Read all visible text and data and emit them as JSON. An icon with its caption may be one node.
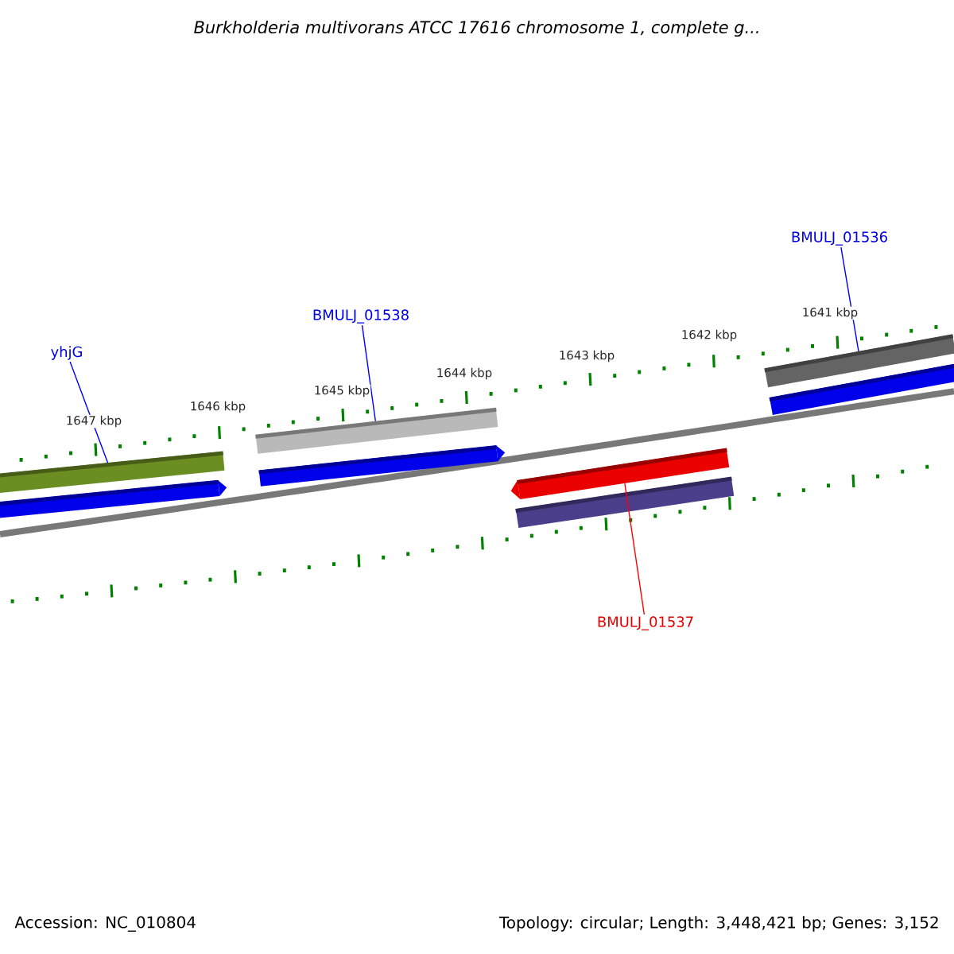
{
  "diagram": {
    "title": "Burkholderia multivorans ATCC 17616 chromosome 1, complete g...",
    "nodes": [
      {
        "text": [
          "BMULJ_01536"
        ]
      },
      {
        "text": [
          "BMULJ_01538"
        ]
      },
      {
        "text": [
          "yhjG"
        ]
      },
      {
        "text": [],
        "shape": "bar"
      },
      {
        "text": [],
        "shape": "bar"
      },
      {
        "text": [],
        "shape": "bar"
      },
      {
        "text": [],
        "shape": "bar"
      },
      {
        "text": [],
        "shape": "bar"
      },
      {
        "text": [],
        "shape": "bar"
      },
      {
        "text": [],
        "shape": "bar"
      },
      {
        "text": [],
        "shape": "bar"
      },
      {
        "text": [
          "BMULJ_01537"
        ]
      }
    ],
    "edges": [
      {
        "from": 0,
        "to": 9,
        "arrow": "none"
      },
      {
        "from": 1,
        "to": 5,
        "arrow": "none"
      },
      {
        "from": 2,
        "to": 3,
        "arrow": "none"
      },
      {
        "from": 11,
        "to": 7,
        "arrow": "none",
        "color": "#ff0000"
      }
    ],
    "labels": [
      "1647 kbp",
      "1646 kbp",
      "1645 kbp",
      "1644 kbp",
      "1643 kbp",
      "1642 kbp",
      "1641 kbp",
      "Accession: NC_010804",
      "Topology: circular; Length: 3,448,421 bp; Genes: 3,152"
    ]
  }
}
